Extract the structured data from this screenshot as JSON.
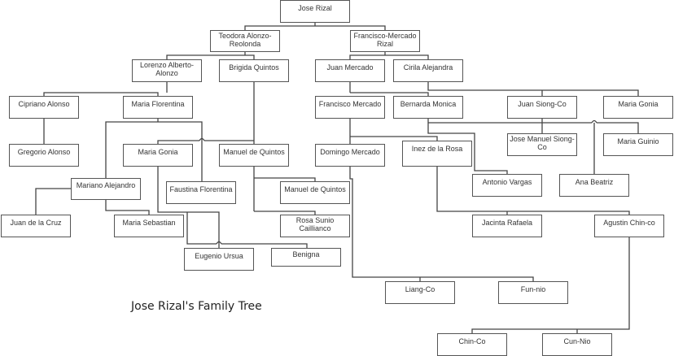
{
  "title": "Jose Rizal's Family Tree",
  "people": {
    "jose_rizal": "Jose Rizal",
    "teodora": "Teodora Alonzo-Reolonda",
    "francisco_mercado_rizal": "Francisco-Mercado Rizal",
    "lorenzo": "Lorenzo Alberto-Alonzo",
    "brigida": "Brigida Quintos",
    "juan_mercado": "Juan Mercado",
    "cirila": "Cirila Alejandra",
    "cipriano": "Cipriano Alonso",
    "maria_florentina": "Maria Florentina",
    "francisco_mercado": "Francisco Mercado",
    "bernarda": "Bernarda Monica",
    "juan_siong_co": "Juan Siong-Co",
    "maria_gonia_right": "Maria Gonia",
    "gregorio": "Gregorio Alonso",
    "maria_gonia_left": "Maria Gonia",
    "manuel_de_quintos": "Manuel de Quintos",
    "domingo": "Domingo Mercado",
    "inez": "Inez de la Rosa",
    "jose_manuel": "Jose Manuel Siong-Co",
    "maria_guinio": "Maria Guinio",
    "mariano": "Mariano Alejandro",
    "faustina": "Faustina Florentina",
    "manuel_de_quintos_2": "Manuel de Quintos",
    "antonio": "Antonio Vargas",
    "ana": "Ana Beatriz",
    "juan_cruz": "Juan de la Cruz",
    "maria_sebastian": "Maria Sebastian",
    "rosa": "Rosa Sunio Caillianco",
    "jacinta": "Jacinta Rafaela",
    "agustin": "Agustin Chin-co",
    "eugenio": "Eugenio Ursua",
    "benigna": "Benigna",
    "liang_co": "Liang-Co",
    "fun_nio": "Fun-nio",
    "chin_co": "Chin-Co",
    "cun_nio": "Cun-Nio"
  }
}
